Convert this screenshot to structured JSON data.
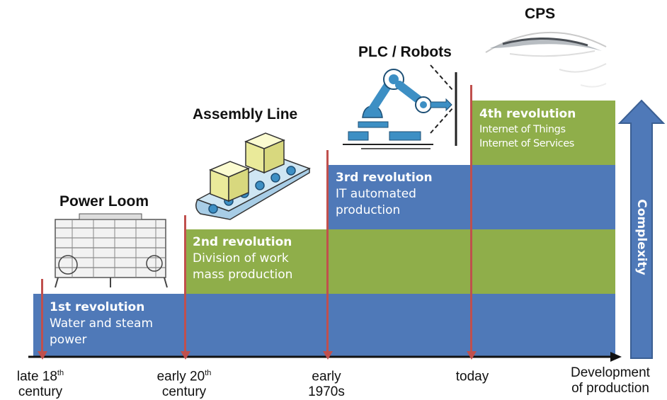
{
  "revolutions": [
    {
      "title": "1st revolution",
      "lines": [
        "Water and steam",
        "power"
      ],
      "illustration_label": "Power Loom"
    },
    {
      "title": "2nd revolution",
      "lines": [
        "Division of work",
        "mass production"
      ],
      "illustration_label": "Assembly Line"
    },
    {
      "title": "3rd revolution",
      "lines": [
        "IT automated",
        "production"
      ],
      "illustration_label": "PLC / Robots"
    },
    {
      "title": "4th revolution",
      "lines": [
        "Internet of Things",
        "Internet of Services"
      ],
      "illustration_label": "CPS"
    }
  ],
  "timeline": {
    "eras": [
      {
        "main": "late 18",
        "sup": "th",
        "second": "century"
      },
      {
        "main": "early 20",
        "sup": "th",
        "second": "century"
      },
      {
        "main": "early",
        "sup": "",
        "second": "1970s"
      },
      {
        "main": "today",
        "sup": "",
        "second": ""
      }
    ],
    "axis_label_line1": "Development",
    "axis_label_line2": "of production"
  },
  "complexity_label": "Complexity",
  "colors": {
    "blue": "#4f79b8",
    "green": "#8fae4a",
    "tick": "#c0504d",
    "axis": "#111111"
  }
}
